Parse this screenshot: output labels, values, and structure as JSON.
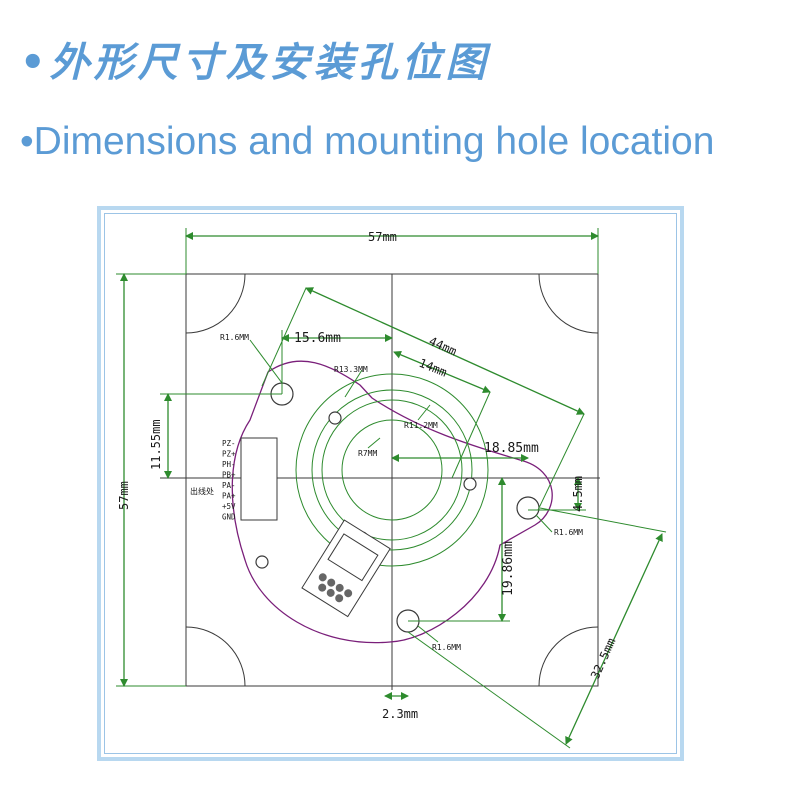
{
  "title": {
    "bullet": "•",
    "chinese": "外形尺寸及安装孔位图",
    "english": "Dimensions and mounting hole location"
  },
  "drawing": {
    "dimensions": {
      "width_total": "57mm",
      "height_total": "57mm",
      "hole_spacing_h": "15.6mm",
      "diag_44": "44mm",
      "diag_14": "14mm",
      "offset_1155": "11.55mm",
      "offset_1885": "18.85mm",
      "offset_45": "4.5mm",
      "offset_1986": "19.86mm",
      "diag_325": "32.5mm",
      "offset_23": "2.3mm"
    },
    "radii": {
      "r16_top": "R1.6MM",
      "r133": "R13.3MM",
      "r112": "R11.2MM",
      "r7": "R7MM",
      "r16_right": "R1.6MM",
      "r16_bottom": "R1.6MM"
    },
    "pins": [
      "PZ-",
      "PZ+",
      "PH-",
      "PB+",
      "PA-",
      "PA+",
      "+5V",
      "GND"
    ],
    "connector_label": "出线处"
  },
  "colors": {
    "title": "#5b9bd5",
    "dimension_lines": "#2e8b2e",
    "outline": "#7a1f7a",
    "frame_border": "#b8d8f0"
  }
}
